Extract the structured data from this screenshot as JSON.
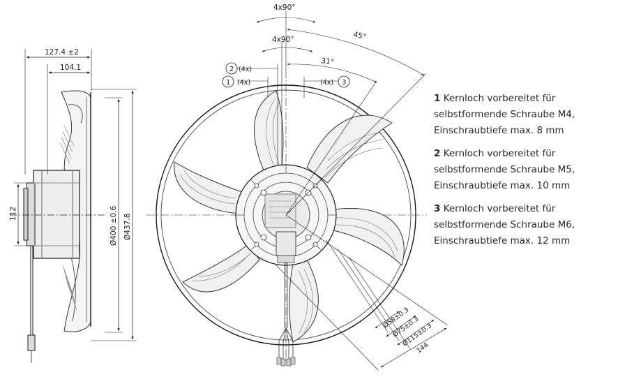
{
  "dimensions": {
    "side_depth": "127.4 ±2",
    "side_inner_depth": "104.1",
    "hub_height": "112",
    "diameter_inner": "Ø400 ±0.6",
    "diameter_outer": "Ø437.8",
    "angle_outer": "4x90°",
    "angle_45": "45°",
    "angle_inner": "4x90°",
    "angle_31": "31°",
    "hole_count_2": "(4x)",
    "hole_count_1": "(4x)",
    "hole_count_3": "(4x)",
    "bolt_circle_58": "Ø58±0.3",
    "bolt_circle_75": "Ø75±0.3",
    "bolt_circle_115": "Ø115±0.3",
    "distance_144": "144"
  },
  "markers": [
    "1",
    "2",
    "3"
  ],
  "notes": [
    {
      "num": "1",
      "line1": " Kernloch vorbereitet für",
      "line2": "selbstformende Schraube M4,",
      "line3": "Einschraubtiefe max. 8 mm"
    },
    {
      "num": "2",
      "line1": " Kernloch vorbereitet für",
      "line2": "selbstformende Schraube M5,",
      "line3": "Einschraubtiefe max. 10 mm"
    },
    {
      "num": "3",
      "line1": " Kernloch vorbereitet für",
      "line2": "selbstformende Schraube M6,",
      "line3": "Einschraubtiefe max. 12 mm"
    }
  ]
}
